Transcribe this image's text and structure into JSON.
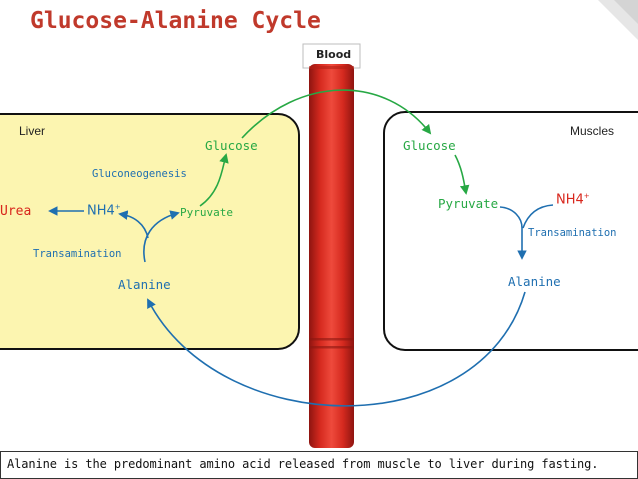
{
  "title": "Glucose-Alanine Cycle",
  "blood_label": "Blood",
  "liver": {
    "title": "Liver",
    "glucose": "Glucose",
    "gluconeogenesis": "Gluconeogenesis",
    "urea": "Urea",
    "nh4": "NH4",
    "nh4_sup": "+",
    "pyruvate": "Pyruvate",
    "transamination": "Transamination",
    "alanine": "Alanine"
  },
  "muscles": {
    "title": "Muscles",
    "glucose": "Glucose",
    "pyruvate": "Pyruvate",
    "nh4": "NH4",
    "nh4_sup": "+",
    "transamination": "Transamination",
    "alanine": "Alanine"
  },
  "footer": "Alanine is the predominant amino acid released from muscle to liver during fasting.",
  "colors": {
    "title": "#c0392b",
    "green": "#27a844",
    "blue": "#1f6fb0",
    "red_text": "#d8261c",
    "liver_fill": "#fcf5b0",
    "vessel": "#d9281e"
  }
}
